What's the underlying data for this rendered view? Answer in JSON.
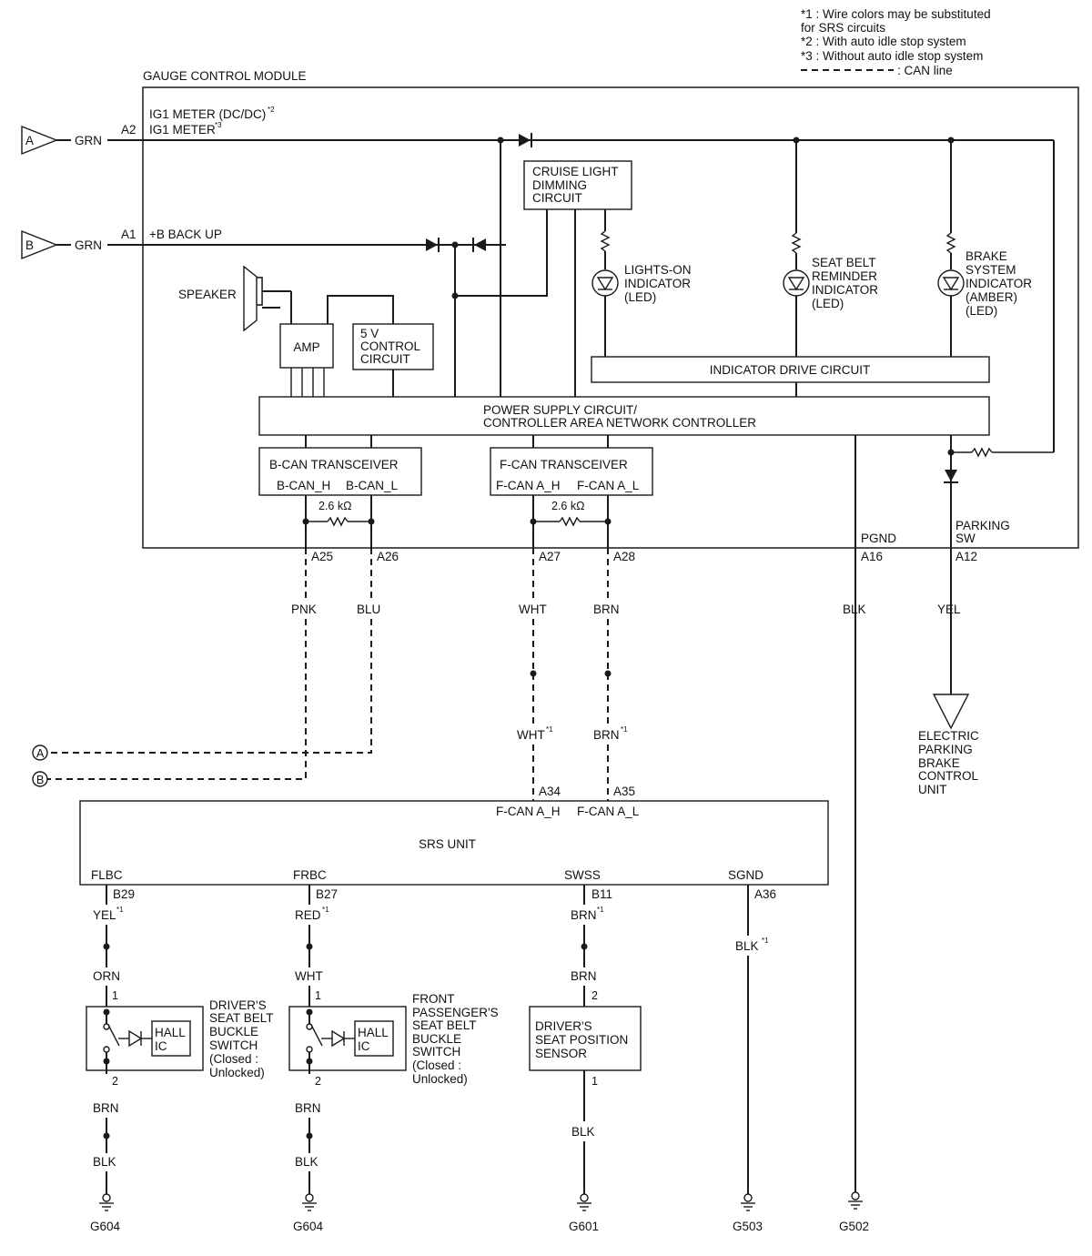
{
  "notes": {
    "n1": "*1 : Wire colors may be substituted",
    "n1b": "for SRS circuits",
    "n2": "*2 : With auto idle stop system",
    "n3": "*3 : Without auto idle stop system",
    "can": ": CAN line"
  },
  "gauge": {
    "title": "GAUGE CONTROL MODULE",
    "ig1_dcdc": "IG1 METER (DC/DC)",
    "ig1_dcdc_sup": "*2",
    "ig1_meter": "IG1 METER",
    "ig1_meter_sup": "*3",
    "backup": "+B BACK UP",
    "speaker": "SPEAKER",
    "amp": "AMP",
    "five_v": [
      "5 V",
      "CONTROL",
      "CIRCUIT"
    ],
    "cruise": [
      "CRUISE LIGHT",
      "DIMMING",
      "CIRCUIT"
    ],
    "lights_on": [
      "LIGHTS-ON",
      "INDICATOR",
      "(LED)"
    ],
    "seat_belt": [
      "SEAT BELT",
      "REMINDER",
      "INDICATOR",
      "(LED)"
    ],
    "brake": [
      "BRAKE",
      "SYSTEM",
      "INDICATOR",
      "(AMBER)",
      "(LED)"
    ],
    "indicator_drive": "INDICATOR DRIVE CIRCUIT",
    "power_supply": [
      "POWER SUPPLY CIRCUIT/",
      "CONTROLLER AREA NETWORK CONTROLLER"
    ],
    "bcan": "B-CAN TRANSCEIVER",
    "bcan_h": "B-CAN_H",
    "bcan_l": "B-CAN_L",
    "fcan": "F-CAN TRANSCEIVER",
    "fcan_h": "F-CAN A_H",
    "fcan_l": "F-CAN A_L",
    "res_b": "2.6 kΩ",
    "res_f": "2.6 kΩ",
    "pgnd": "PGND",
    "parking_sw": [
      "PARKING",
      "SW"
    ]
  },
  "inputs": {
    "a_tag": "A",
    "b_tag": "B",
    "a_wire": "GRN",
    "b_wire": "GRN",
    "a_pin": "A2",
    "b_pin": "A1"
  },
  "pins": {
    "a25": "A25",
    "a26": "A26",
    "a27": "A27",
    "a28": "A28",
    "a16": "A16",
    "a12": "A12",
    "a34": "A34",
    "a35": "A35",
    "b29": "B29",
    "b27": "B27",
    "b11": "B11",
    "a36": "A36"
  },
  "wires": {
    "pnk": "PNK",
    "blu": "BLU",
    "wht": "WHT",
    "brn": "BRN",
    "blk": "BLK",
    "yel": "YEL",
    "wht1": "WHT",
    "brn1": "BRN",
    "sup1": "*1",
    "yel1": "YEL",
    "red1": "RED",
    "brn_sw": "BRN",
    "blk_sg": "BLK",
    "orn": "ORN",
    "wht2": "WHT",
    "brn2": "BRN",
    "drv_brn": "BRN",
    "drv_blk": "BLK",
    "pass_brn": "BRN",
    "pass_blk": "BLK",
    "pos_blk": "BLK"
  },
  "epb": [
    "ELECTRIC",
    "PARKING",
    "BRAKE",
    "CONTROL",
    "UNIT"
  ],
  "connectors": {
    "a": "A",
    "b": "B"
  },
  "srs": {
    "title": "SRS UNIT",
    "fcan_h": "F-CAN A_H",
    "fcan_l": "F-CAN A_L",
    "flbc": "FLBC",
    "frbc": "FRBC",
    "swss": "SWSS",
    "sgnd": "SGND"
  },
  "switches": {
    "driver": [
      "DRIVER'S",
      "SEAT BELT",
      "BUCKLE",
      "SWITCH",
      "(Closed :",
      "Unlocked)"
    ],
    "passenger": [
      "FRONT",
      "PASSENGER'S",
      "SEAT BELT",
      "BUCKLE",
      "SWITCH",
      "(Closed :",
      "Unlocked)"
    ],
    "hall": [
      "HALL",
      "IC"
    ],
    "pin1": "1",
    "pin2": "2"
  },
  "position_sensor": {
    "label": [
      "DRIVER'S",
      "SEAT POSITION",
      "SENSOR"
    ],
    "pin2": "2",
    "pin1": "1"
  },
  "grounds": {
    "g604a": "G604",
    "g604b": "G604",
    "g601": "G601",
    "g503": "G503",
    "g502": "G502"
  }
}
